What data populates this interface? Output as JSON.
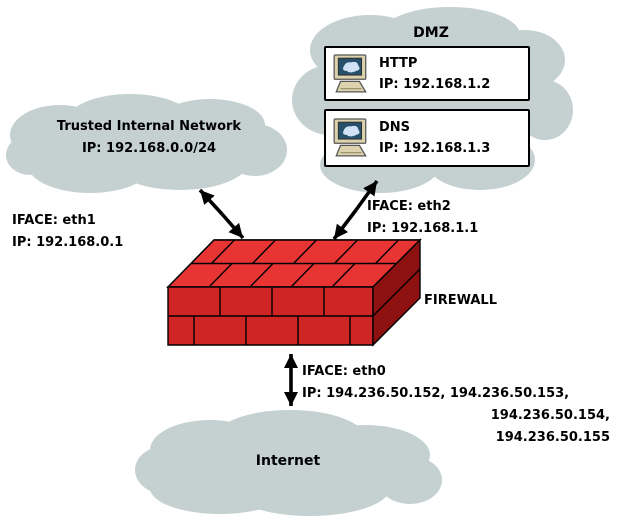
{
  "colors": {
    "cloud": "#c5d1d1",
    "firewall_top": "#e93434",
    "firewall_front": "#cf2525",
    "firewall_side": "#8e1111",
    "server_box_bg": "#ffffff",
    "arrow": "#000000",
    "text": "#000000"
  },
  "dmz": {
    "label": "DMZ",
    "servers": [
      {
        "name": "HTTP",
        "ip": "IP: 192.168.1.2"
      },
      {
        "name": "DNS",
        "ip": "IP: 192.168.1.3"
      }
    ]
  },
  "trusted_network": {
    "name": "Trusted Internal Network",
    "ip": "IP: 192.168.0.0/24"
  },
  "internet": {
    "label": "Internet"
  },
  "firewall": {
    "label": "FIREWALL"
  },
  "interfaces": {
    "eth1": {
      "iface": "IFACE: eth1",
      "ip": "IP: 192.168.0.1"
    },
    "eth2": {
      "iface": "IFACE: eth2",
      "ip": "IP: 192.168.1.1"
    },
    "eth0": {
      "iface": "IFACE: eth0",
      "ip_line1": "IP: 194.236.50.152, 194.236.50.153,",
      "ip_line2": "194.236.50.154,",
      "ip_line3": "194.236.50.155"
    }
  }
}
